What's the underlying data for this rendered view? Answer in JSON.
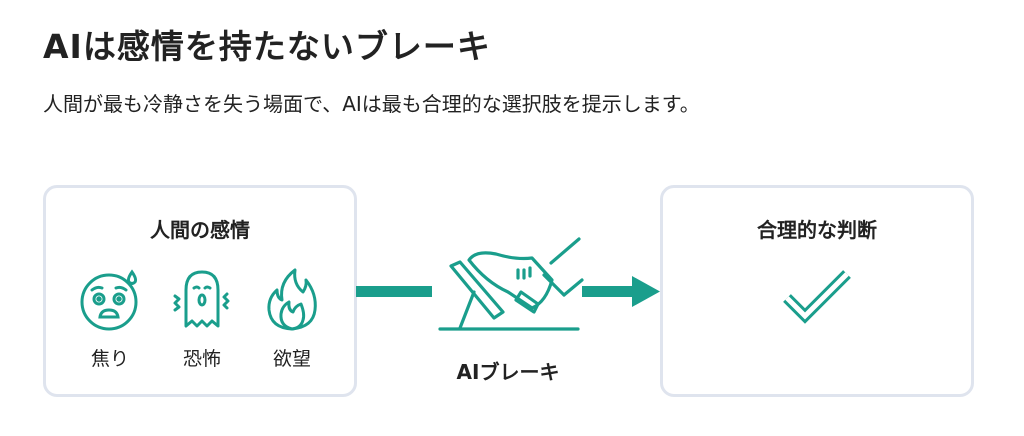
{
  "title": "AIは感情を持たないブレーキ",
  "subtitle": "人間が最も冷静さを失う場面で、AIは最も合理的な選択肢を提示します。",
  "left_box": {
    "title": "人間の感情",
    "emotions": [
      {
        "label": "焦り",
        "icon": "anxious-face-icon"
      },
      {
        "label": "恐怖",
        "icon": "ghost-icon"
      },
      {
        "label": "欲望",
        "icon": "flame-icon"
      }
    ]
  },
  "center": {
    "label": "AIブレーキ",
    "icon": "brake-pedal-icon"
  },
  "right_box": {
    "title": "合理的な判断",
    "icon": "checkmark-icon"
  },
  "colors": {
    "accent": "#1a9e8c",
    "border": "#dfe4ee",
    "text": "#222222"
  }
}
